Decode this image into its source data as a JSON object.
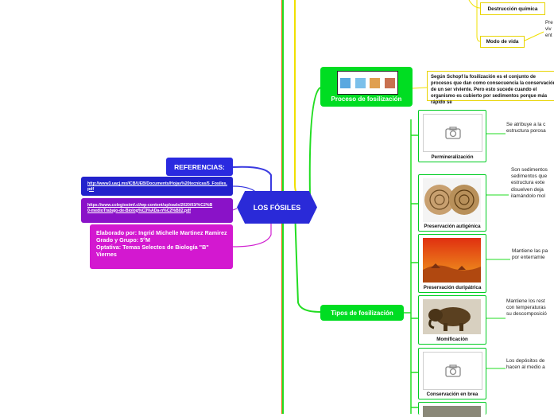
{
  "center": {
    "label": "LOS FÓSILES"
  },
  "references": {
    "header": "REFERENCIAS:",
    "link1": "http://www3.uacj.mx/ICB/UEB/Documents/Hojas%20tecnicas/5_Fosiles.pdf",
    "link2": "https://www.colegiostmf.cl/wp-content/uploads/2020/03/%C2%B0-medioTrabajo-de-Biolog%C3%ADa-n%C2%B02.pdf",
    "credits": [
      "Elaborado por: Ingrid Michelle Martinez Ramirez",
      "Grado y Grupo: 5°M",
      "Optativa: Temas Selectos de Biología \"B\"",
      "Viernes"
    ]
  },
  "proceso": {
    "label": "Proceso de fosilización",
    "definition": "Según Schopf la fosilización es el conjunto de procesos que dan como consecuencia la conservación de un ser viviente. Pero esto sucede cuando el organismo es cubierto por sedimentos porque más rápido se"
  },
  "top_items": {
    "destruccion": "Destrucción química",
    "modo": "Modo de vida",
    "modo_side": [
      "Pre",
      "viv",
      "ent"
    ]
  },
  "tipos": {
    "label": "Tipos de fosilización",
    "items": [
      {
        "name": "Permineralización",
        "desc": [
          "Se atribuye a la c",
          "estructura porosa"
        ]
      },
      {
        "name": "Preservación autigénica",
        "desc": [
          "Son sedimentos",
          "sedimentos que",
          "estructura exte",
          "disuelven deja",
          "ilamándolo mol"
        ]
      },
      {
        "name": "Preservación duripátrica",
        "desc": [
          "Mantiene las pa",
          "por enterramie"
        ]
      },
      {
        "name": "Momificación",
        "desc": [
          "Mantiene los rest",
          "con temperaturas",
          "su descomposició"
        ]
      },
      {
        "name": "Conservación en brea",
        "desc": [
          "Los depósitos de",
          "hacen al medio a"
        ]
      }
    ]
  }
}
